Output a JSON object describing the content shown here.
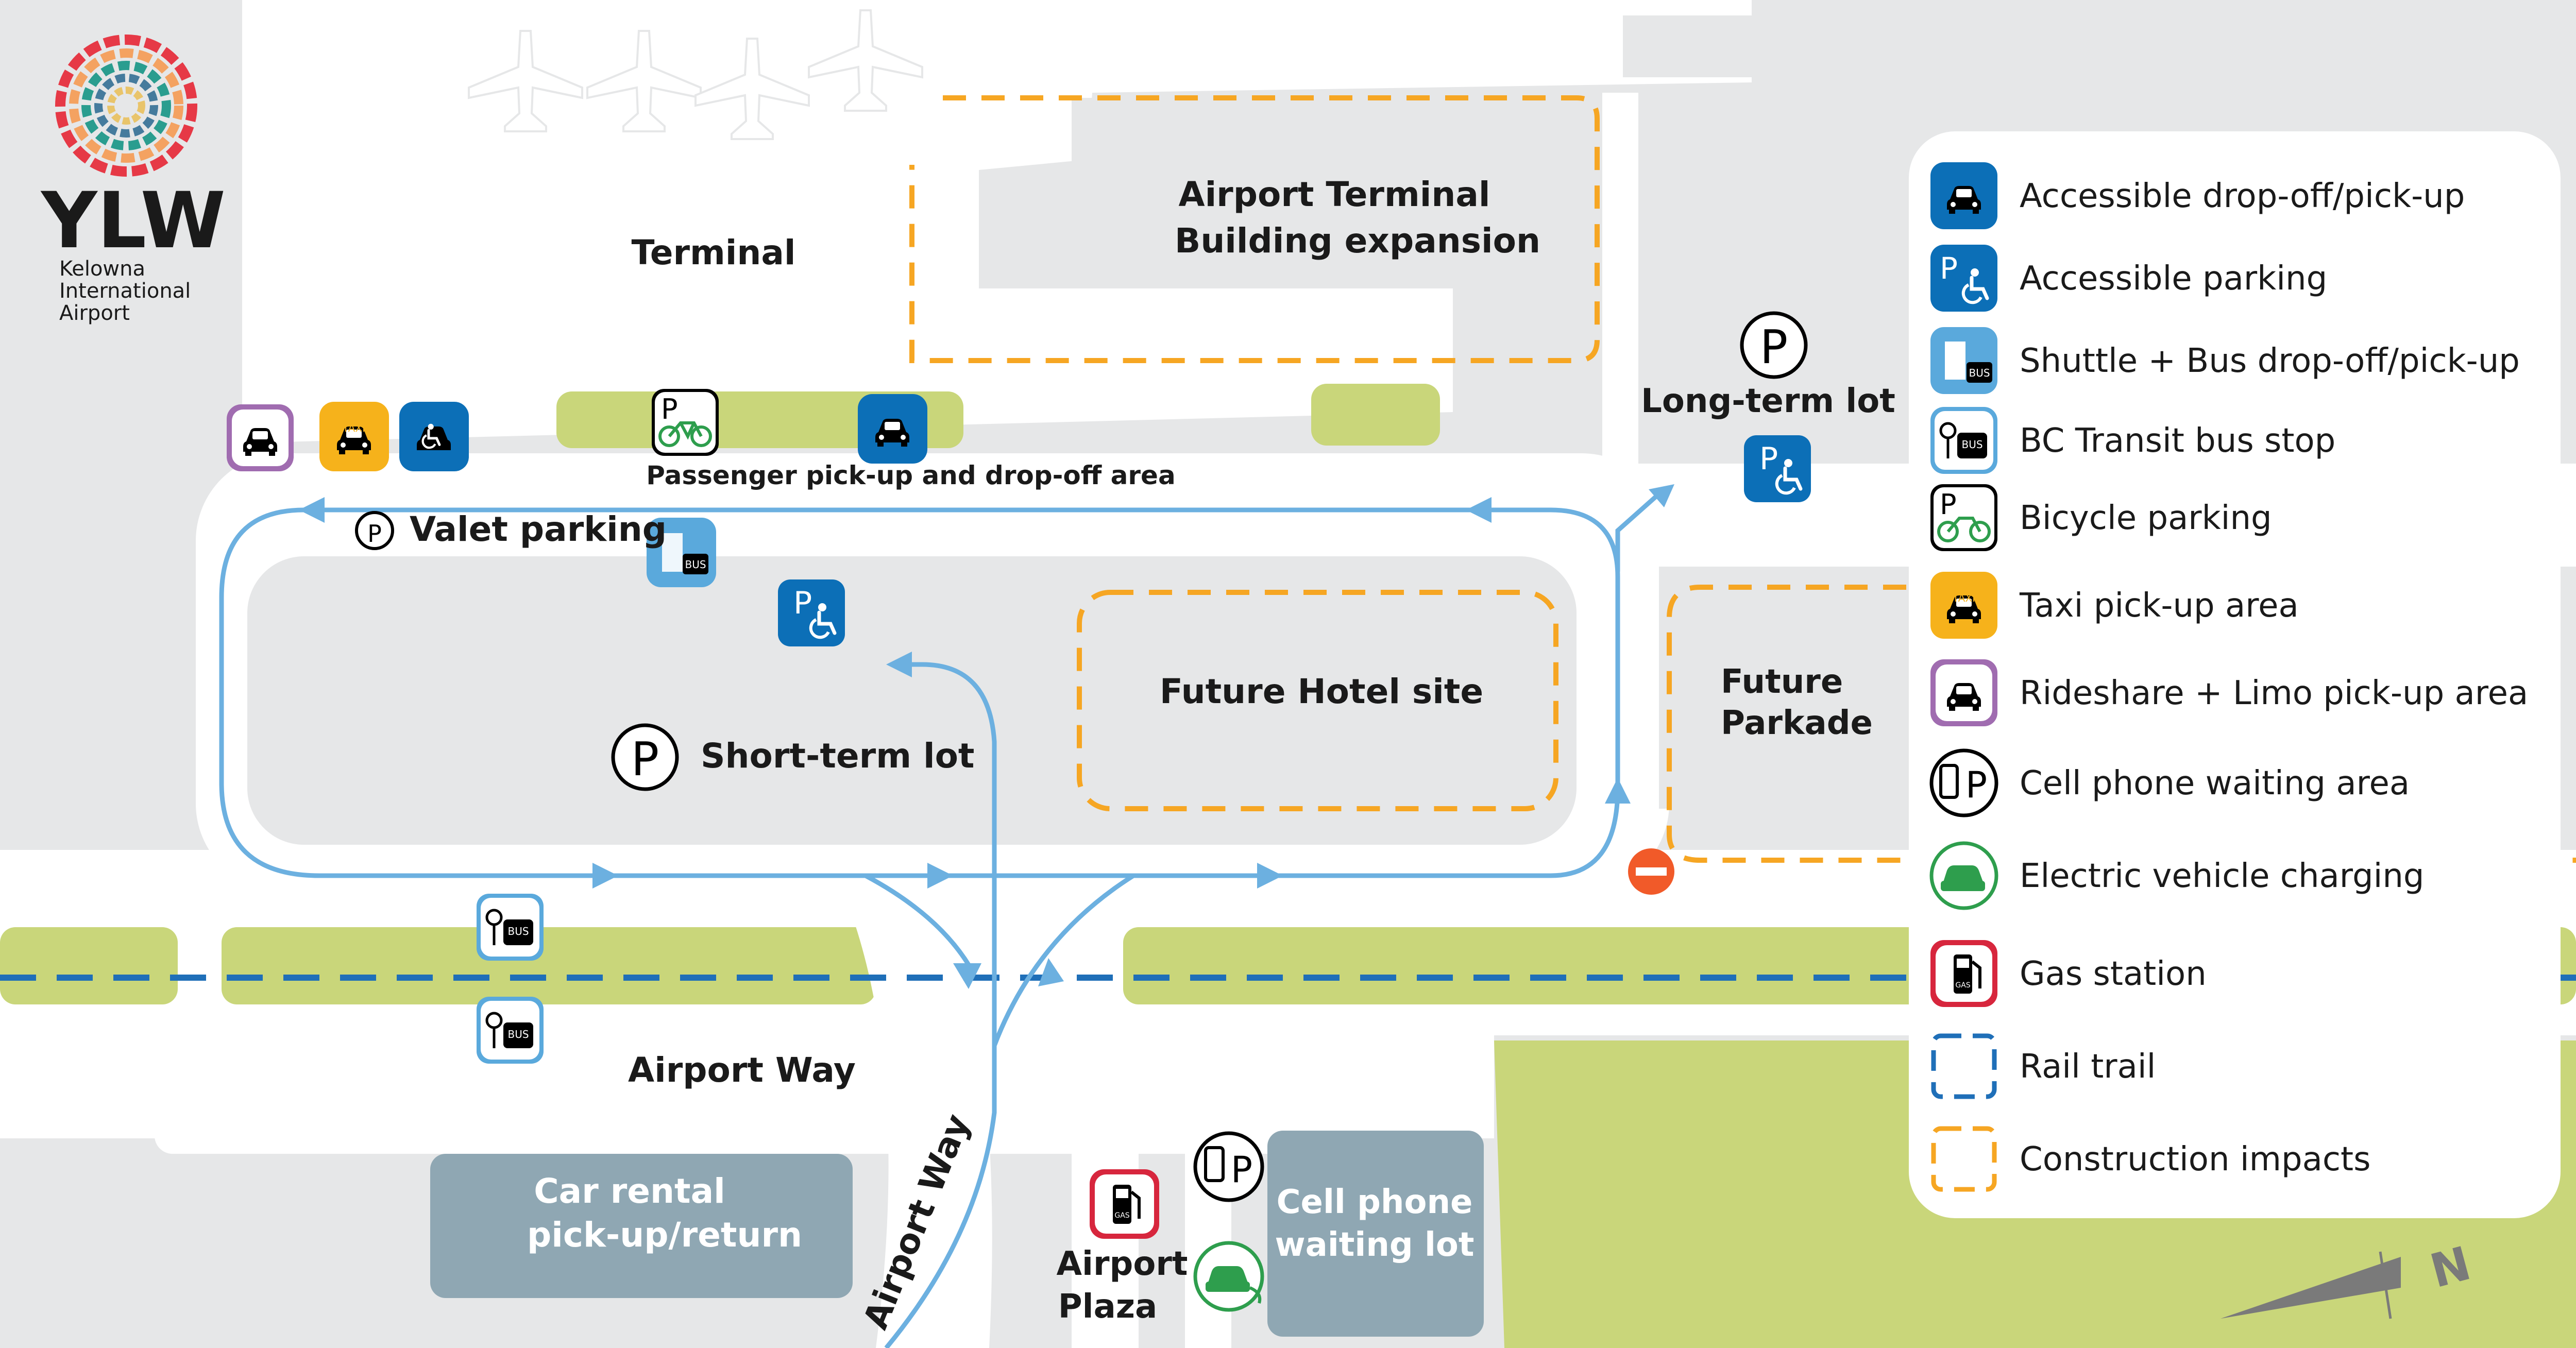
{
  "logo": {
    "code": "YLW",
    "name_line1": "Kelowna",
    "name_line2": "International",
    "name_line3": "Airport"
  },
  "labels": {
    "terminal": "Terminal",
    "expansion_line1": "Airport Terminal",
    "expansion_line2": "Building expansion",
    "pickup_area": "Passenger pick-up and drop-off area",
    "valet": "Valet parking",
    "short_term": "Short-term lot",
    "future_hotel": "Future Hotel site",
    "long_term": "Long-term lot",
    "future_parkade_line1": "Future",
    "future_parkade_line2": "Parkade",
    "airport_way_h": "Airport Way",
    "airport_way_v": "Airport Way",
    "car_rental_line1": "Car rental",
    "car_rental_line2": "pick-up/return",
    "cell_lot_line1": "Cell phone",
    "cell_lot_line2": "waiting lot",
    "plaza_line1": "Airport",
    "plaza_line2": "Plaza",
    "north": "N"
  },
  "icons": {
    "parking_letter": "P",
    "bus_text": "BUS",
    "taxi_text": "TAXI",
    "gas_text": "GAS"
  },
  "legend": {
    "items": [
      {
        "key": "accessible-dropoff",
        "label": "Accessible drop-off/pick-up"
      },
      {
        "key": "accessible-parking",
        "label": "Accessible parking"
      },
      {
        "key": "shuttle-bus",
        "label": "Shuttle + Bus drop-off/pick-up"
      },
      {
        "key": "bc-transit",
        "label": "BC Transit bus stop"
      },
      {
        "key": "bicycle-parking",
        "label": "Bicycle parking"
      },
      {
        "key": "taxi",
        "label": "Taxi pick-up area"
      },
      {
        "key": "rideshare",
        "label": "Rideshare + Limo pick-up area"
      },
      {
        "key": "cell-phone",
        "label": "Cell phone waiting area"
      },
      {
        "key": "ev-charging",
        "label": "Electric vehicle charging"
      },
      {
        "key": "gas-station",
        "label": "Gas station"
      },
      {
        "key": "rail-trail",
        "label": "Rail trail"
      },
      {
        "key": "construction",
        "label": "Construction impacts"
      }
    ]
  },
  "colors": {
    "background": "#e6e7e8",
    "road": "#ffffff",
    "green": "#c9d67a",
    "route_blue": "#6cb0e0",
    "rail_blue": "#1f6fb8",
    "construction_orange": "#f6a623",
    "icon_blue": "#0c6fb7",
    "light_blue": "#5aa9dc",
    "taxi_yellow": "#f6b21b",
    "rideshare_purple": "#a06cb0",
    "gas_red": "#d7263d",
    "ev_green": "#2e9e4d",
    "lot_grey": "#8fa7b3"
  }
}
